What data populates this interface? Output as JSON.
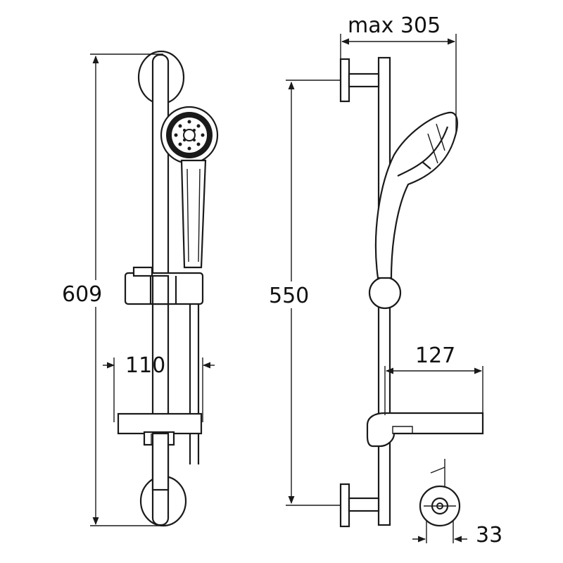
{
  "dimensions": {
    "total_height": "609",
    "rail_spacing": "550",
    "projection_max": "max 305",
    "slider_width": "110",
    "soap_dish_depth": "127",
    "bracket_diameter": "33"
  }
}
